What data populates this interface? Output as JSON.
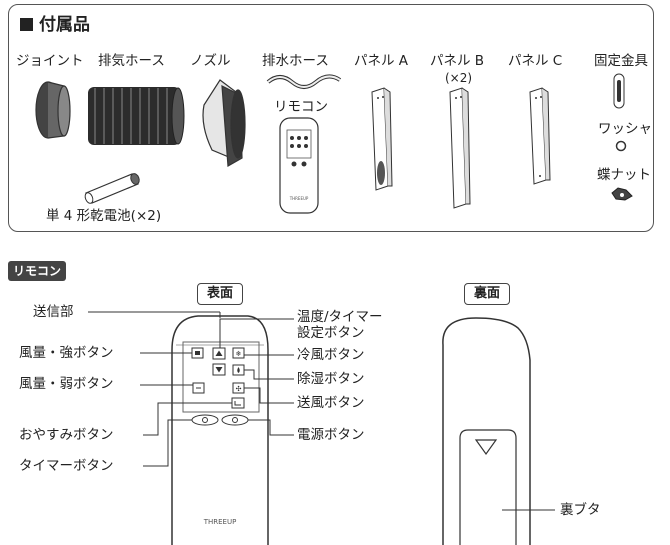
{
  "accessories": {
    "title": "付属品",
    "items": {
      "joint": "ジョイント",
      "exhaust_hose": "排気ホース",
      "nozzle": "ノズル",
      "drain_hose": "排水ホース",
      "remote": "リモコン",
      "panel_a": "パネル A",
      "panel_b": "パネル B",
      "panel_b_qty": "(×2)",
      "panel_c": "パネル C",
      "fixing_bracket": "固定金具",
      "washer": "ワッシャ",
      "wing_nut": "蝶ナット",
      "battery": "単 4 形乾電池(×2)"
    }
  },
  "remote_section": {
    "badge": "リモコン",
    "front_tab": "表面",
    "back_tab": "裏面",
    "brand": "THREEUP",
    "front_labels": {
      "transmitter": "送信部",
      "fan_strong": "風量・強ボタン",
      "fan_weak": "風量・弱ボタン",
      "sleep": "おやすみボタン",
      "timer": "タイマーボタン",
      "temp_timer_1": "温度/タイマー",
      "temp_timer_2": "設定ボタン",
      "cool": "冷風ボタン",
      "dehumidify": "除湿ボタン",
      "fan": "送風ボタン",
      "power": "電源ボタン"
    },
    "back_labels": {
      "battery_cover": "裏ブタ"
    }
  }
}
